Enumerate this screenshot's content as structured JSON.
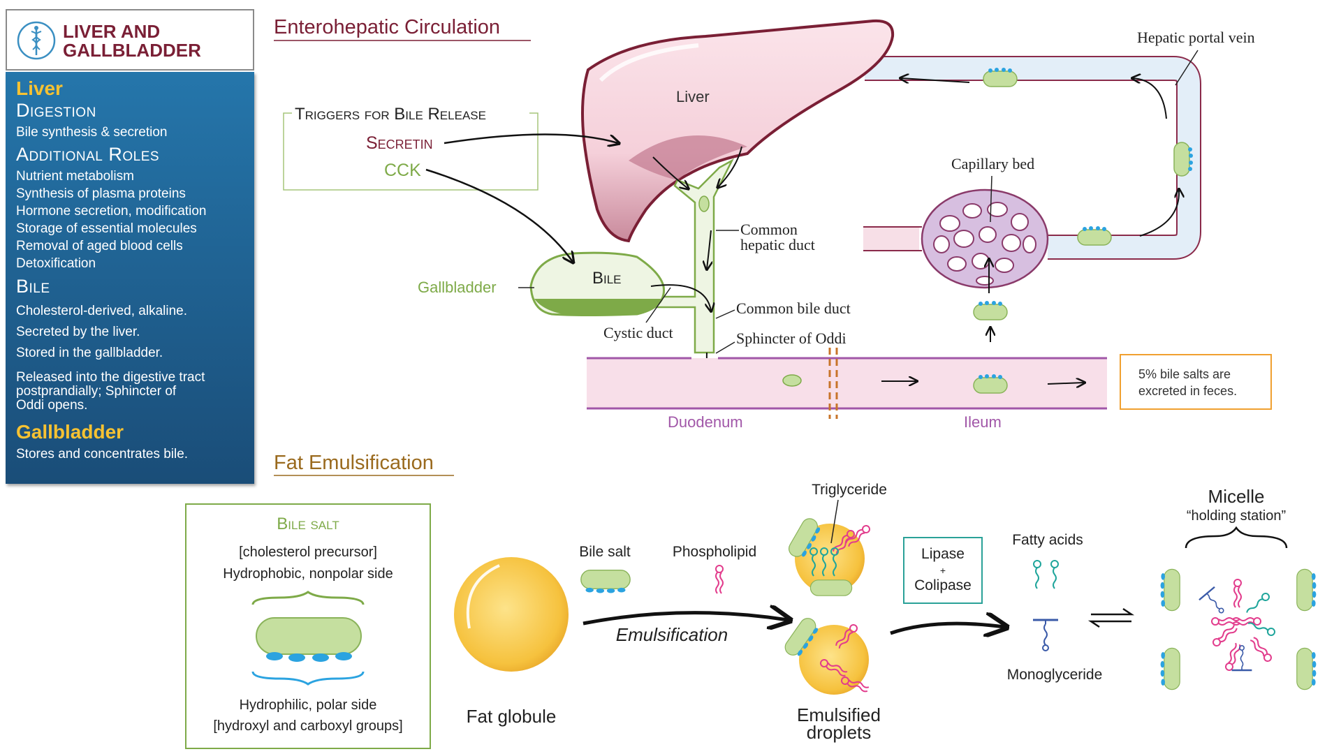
{
  "sidebar": {
    "title_line1": "LIVER AND",
    "title_line2": "GALLBLADDER",
    "logo_icon": "caduceus-icon",
    "liver_heading": "Liver",
    "digestion_heading": "Digestion",
    "digestion_text": "Bile synthesis & secretion",
    "additional_heading": "Additional Roles",
    "roles": [
      "Nutrient metabolism",
      "Synthesis of plasma proteins",
      "Hormone secretion, modification",
      "Storage of essential molecules",
      "Removal of aged blood cells",
      "Detoxification"
    ],
    "bile_heading": "Bile",
    "bile_facts": [
      "Cholesterol-derived, alkaline.",
      "Secreted by the liver.",
      "Stored in the gallbladder."
    ],
    "bile_release": [
      "Released into the digestive tract",
      "postprandially; Sphincter of",
      "Oddi opens."
    ],
    "gallbladder_heading": "Gallbladder",
    "gallbladder_text": "Stores and concentrates bile."
  },
  "circulation": {
    "title": "Enterohepatic Circulation",
    "triggers_title": "Triggers for Bile Release",
    "secretin": "Secretin",
    "cck": "CCK",
    "liver": "Liver",
    "bile": "Bile",
    "gallbladder": "Gallbladder",
    "common_hepatic_duct_1": "Common",
    "common_hepatic_duct_2": "hepatic duct",
    "common_bile_duct": "Common bile duct",
    "cystic_duct": "Cystic duct",
    "sphincter": "Sphincter of Oddi",
    "capillary_bed": "Capillary bed",
    "portal_vein": "Hepatic portal vein",
    "duodenum": "Duodenum",
    "ileum": "Ileum",
    "excreted_1": "5% bile salts are",
    "excreted_2": "excreted in feces."
  },
  "emulsification": {
    "title": "Fat Emulsification",
    "bile_salt_box_title": "Bile salt",
    "precursor": "[cholesterol precursor]",
    "hydrophobic": "Hydrophobic, nonpolar side",
    "hydrophilic": "Hydrophilic, polar side",
    "groups": "[hydroxyl and carboxyl groups]",
    "fat_globule": "Fat globule",
    "bile_salt": "Bile salt",
    "phospholipid": "Phospholipid",
    "emulsification_label": "Emulsification",
    "triglyceride": "Triglyceride",
    "emulsified_1": "Emulsified",
    "emulsified_2": "droplets",
    "lipase": "Lipase",
    "plus": "+",
    "colipase": "Colipase",
    "fatty_acids": "Fatty acids",
    "monoglyceride": "Monoglyceride",
    "micelle": "Micelle",
    "holding": "“holding station”"
  },
  "colors": {
    "maroon": "#7a1f35",
    "sidebar_blue": "#2576ab",
    "gold": "#f7c232",
    "green": "#7eaa48",
    "purple": "#a157a8",
    "orange": "#f0a030",
    "teal": "#2aa198"
  }
}
